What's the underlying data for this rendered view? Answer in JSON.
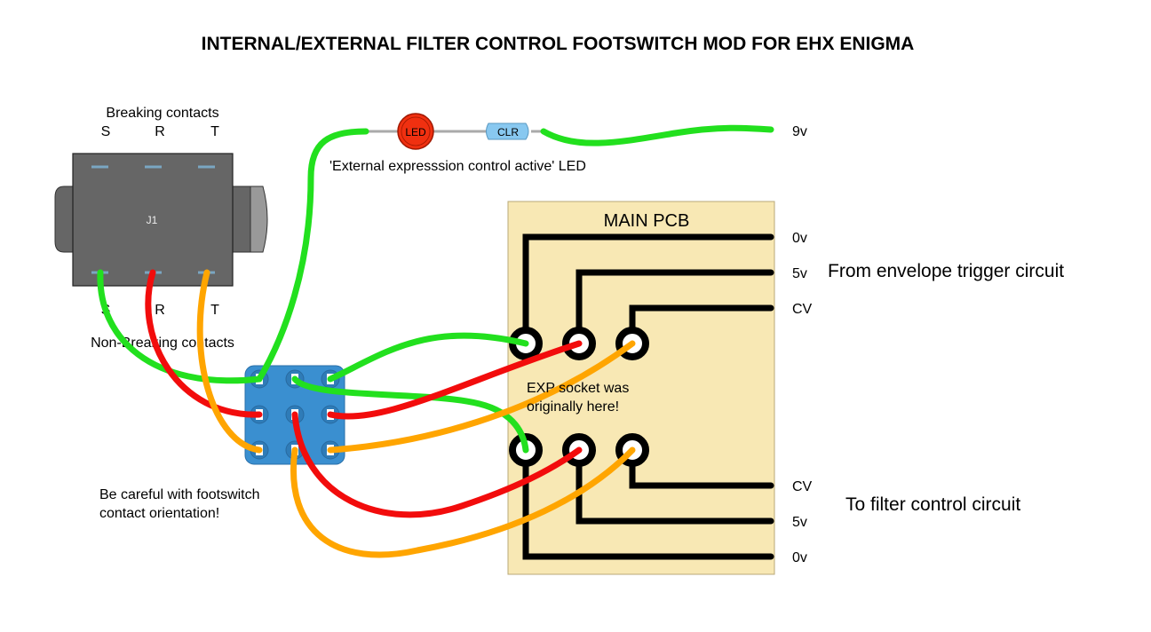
{
  "title": "INTERNAL/EXTERNAL FILTER CONTROL FOOTSWITCH MOD FOR EHX ENIGMA",
  "jack": {
    "label": "J1",
    "top_caption": "Breaking contacts",
    "bottom_caption": "Non-Breaking contacts",
    "top_pins": [
      "S",
      "R",
      "T"
    ],
    "bottom_pins": [
      "S",
      "R",
      "T"
    ]
  },
  "led": {
    "led_label": "LED",
    "resistor_label": "CLR",
    "caption": "'External expresssion control active' LED",
    "supply_label": "9v"
  },
  "pcb": {
    "title": "MAIN PCB",
    "note_line1": "EXP socket was",
    "note_line2": "originally here!",
    "top_rails": [
      "0v",
      "5v",
      "CV"
    ],
    "bottom_rails": [
      "CV",
      "5v",
      "0v"
    ],
    "top_caption": "From envelope trigger circuit",
    "bottom_caption": "To filter control circuit"
  },
  "footswitch": {
    "note_line1": "Be careful with footswitch",
    "note_line2": "contact orientation!"
  },
  "colors": {
    "wire_green": "#22e01e",
    "wire_red": "#f20c0c",
    "wire_orange": "#ffa500",
    "jack_body": "#666666",
    "footswitch": "#3a8fd0",
    "pcb": "#f8e8b4",
    "led": "#f03010",
    "resistor": "#88c8f0"
  }
}
